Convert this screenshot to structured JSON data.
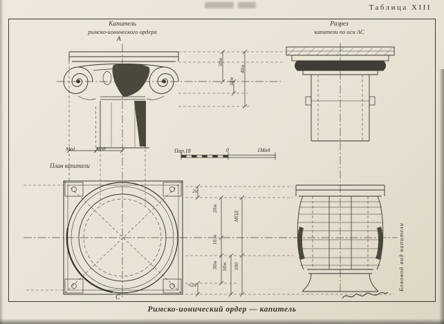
{
  "page": {
    "plate_label": "Таблица XIII",
    "caption": "Римско-ионический ордер — капитель"
  },
  "views": {
    "elevation": {
      "title_line1": "Капитель",
      "title_line2": "римско-ионического ордера",
      "axis_top": "А",
      "axis_bottom": "С"
    },
    "section": {
      "title_line1": "Разрез",
      "title_line2": "капители по оси АС"
    },
    "plan": {
      "title": "План капители"
    },
    "side": {
      "title": "Боковой вид капители"
    }
  },
  "scale_bar": {
    "left_label": "Пар.18",
    "zero_label": "0",
    "right_label": "1Мод"
  },
  "dimensions": {
    "elevation_bottom": [
      "Мод",
      "Мод"
    ],
    "top_group": [
      "50м",
      "10м",
      "40м"
    ],
    "middle_group": [
      "2п",
      "20м",
      "10.м",
      "МОД",
      "30м",
      "50м",
      "100",
      "≈2п"
    ]
  },
  "colors": {
    "paper": "#e9e4d6",
    "ink": "#34322b",
    "shadow": "#4a473d"
  }
}
